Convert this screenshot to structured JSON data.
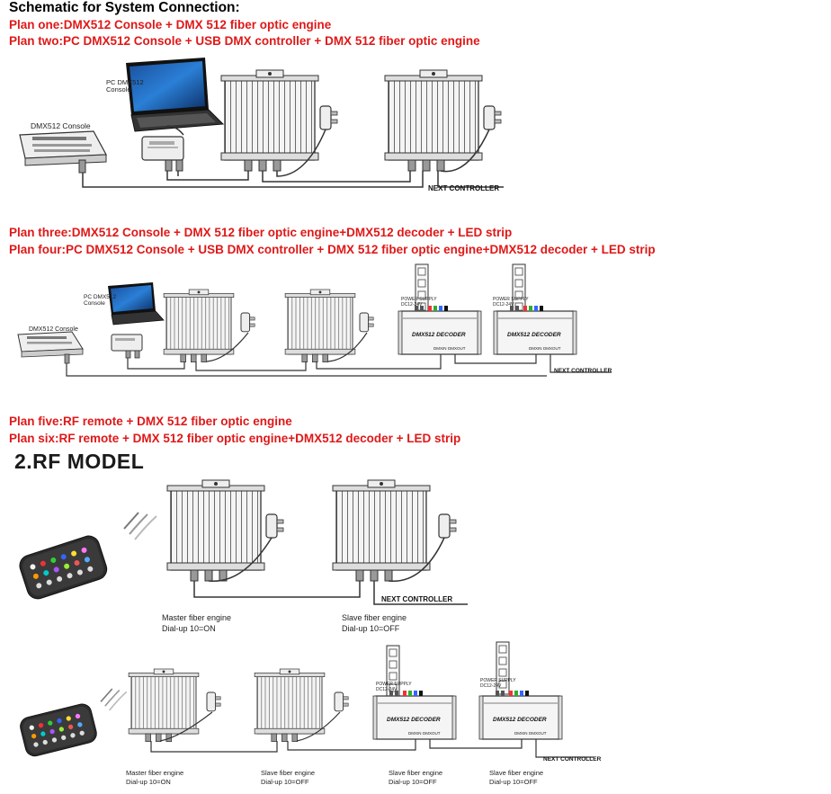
{
  "heading": "Schematic for System Connection:",
  "plans": {
    "one": "Plan one:DMX512 Console + DMX 512 fiber optic engine",
    "two": "Plan two:PC DMX512 Console + USB DMX controller + DMX 512 fiber optic engine",
    "three": "Plan three:DMX512 Console + DMX 512 fiber optic engine+DMX512 decoder + LED strip",
    "four": "Plan four:PC DMX512 Console + USB DMX controller + DMX 512 fiber optic engine+DMX512 decoder + LED strip",
    "five": "Plan five:RF remote + DMX 512 fiber optic engine",
    "six": "Plan six:RF remote + DMX 512 fiber optic engine+DMX512 decoder + LED strip"
  },
  "rf_model_title": "2.RF MODEL",
  "labels": {
    "pc_console": "PC DMX512\nConsole",
    "pc_console_line1": "PC DMX512",
    "pc_console_line2": "Console",
    "dmx_console": "DMX512 Console",
    "next_controller": "NEXT CONTROLLER",
    "decoder": "DMX512 DECODER",
    "power_supply": "POWER SUPPLY",
    "power_supply_dc": "DC12-24V",
    "dmx_in": "DMXIN",
    "dmx_out": "DMXOUT",
    "master_engine": "Master fiber engine",
    "master_dial": "Dial-up  10=ON",
    "slave_engine": "Slave fiber engine",
    "slave_dial": "Dial-up  10=OFF"
  },
  "colors": {
    "plan_text": "#e01818",
    "heading_text": "#000000",
    "wire": "#333333"
  }
}
